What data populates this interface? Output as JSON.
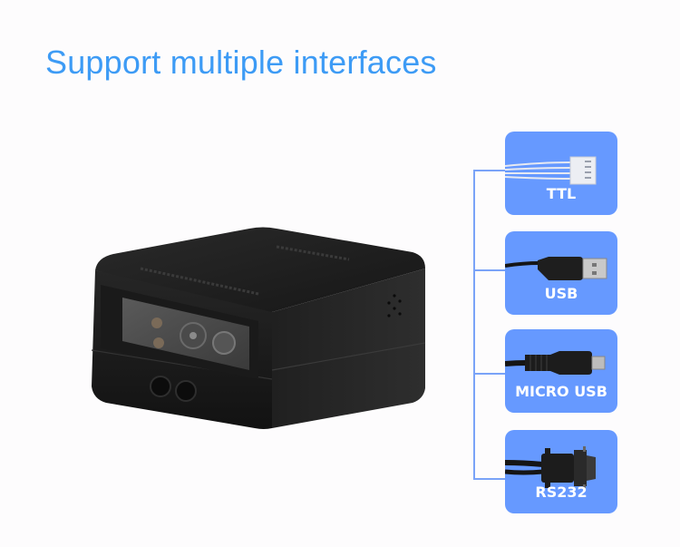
{
  "title": "Support multiple interfaces",
  "colors": {
    "title": "#3d9bf5",
    "card": "#6699ff",
    "connector_line": "#7aa3f8",
    "background": "#fdfcfd",
    "device": "#1c1c1c"
  },
  "product": {
    "name": "barcode-scanner-module",
    "top_label_text": "unreadable embossed text"
  },
  "interfaces": [
    {
      "label": "TTL",
      "icon": "ttl-4pin-connector-icon"
    },
    {
      "label": "USB",
      "icon": "usb-a-plug-icon"
    },
    {
      "label": "MICRO USB",
      "icon": "micro-usb-plug-icon"
    },
    {
      "label": "RS232",
      "icon": "db9-serial-connector-icon"
    }
  ]
}
